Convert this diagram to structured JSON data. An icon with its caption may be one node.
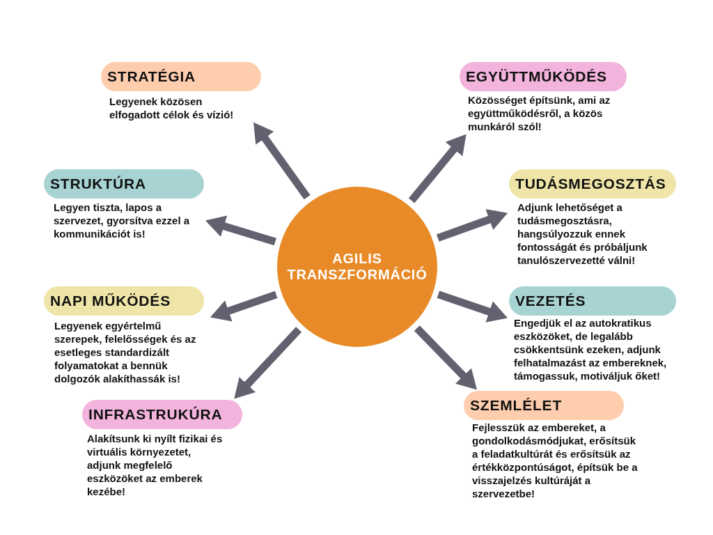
{
  "diagram": {
    "nodes": [
      {
        "text": [
          "AGILIS TRANSZFORMÁCIÓ"
        ]
      },
      {
        "text": [
          "STRATÉGIA",
          "Legyenek közösen elfogadott célok és vízió!"
        ]
      },
      {
        "text": [
          "EGYÜTTMŰKÖDÉS",
          "Közösséget építsünk, ami az együttműködésről, a közös munkáról szól!"
        ]
      },
      {
        "text": [
          "STRUKTÚRA",
          "Legyen tiszta, lapos a szervezet, gyorsítva ezzel a kommunikációt is!"
        ]
      },
      {
        "text": [
          "TUDÁSMEGOSZTÁS",
          "Adjunk lehetőséget a tudásmegosztásra, hangsúlyozzuk ennek fontosságát és próbáljunk tanulószervezetté válni!"
        ]
      },
      {
        "text": [
          "NAPI MŰKÖDÉS",
          "Legyenek egyértelmű szerepek, felelősségek és az esetleges standardizált folyamatokat a bennük dolgozók alakíthassák is!"
        ]
      },
      {
        "text": [
          "VEZETÉS",
          "Engedjük el az autokratikus eszközöket, de legalább csökkentsünk ezeken, adjunk felhatalmazást az embereknek, támogassuk, motiváljuk őket!"
        ]
      },
      {
        "text": [
          "INFRASTRUKÚRA",
          "Alakítsunk ki nyílt fizikai és virtuális környezetet, adjunk megfelelő eszközöket az emberek kezébe!"
        ]
      },
      {
        "text": [
          "SZEMLÉLET",
          "Fejlesszük az embereket, a gondolkodásmódjukat, erősítsük a feladatkultúrát és erősítsük az értékközpontúságot, építsük be a visszajelzés kultúráját a szervezetbe!"
        ]
      }
    ],
    "edges": [
      {
        "from": 0,
        "to": 1,
        "arrow": "to"
      },
      {
        "from": 0,
        "to": 2,
        "arrow": "to"
      },
      {
        "from": 0,
        "to": 3,
        "arrow": "to"
      },
      {
        "from": 0,
        "to": 4,
        "arrow": "to"
      },
      {
        "from": 0,
        "to": 5,
        "arrow": "to"
      },
      {
        "from": 0,
        "to": 6,
        "arrow": "to"
      },
      {
        "from": 0,
        "to": 7,
        "arrow": "to"
      },
      {
        "from": 0,
        "to": 8,
        "arrow": "to"
      }
    ]
  }
}
